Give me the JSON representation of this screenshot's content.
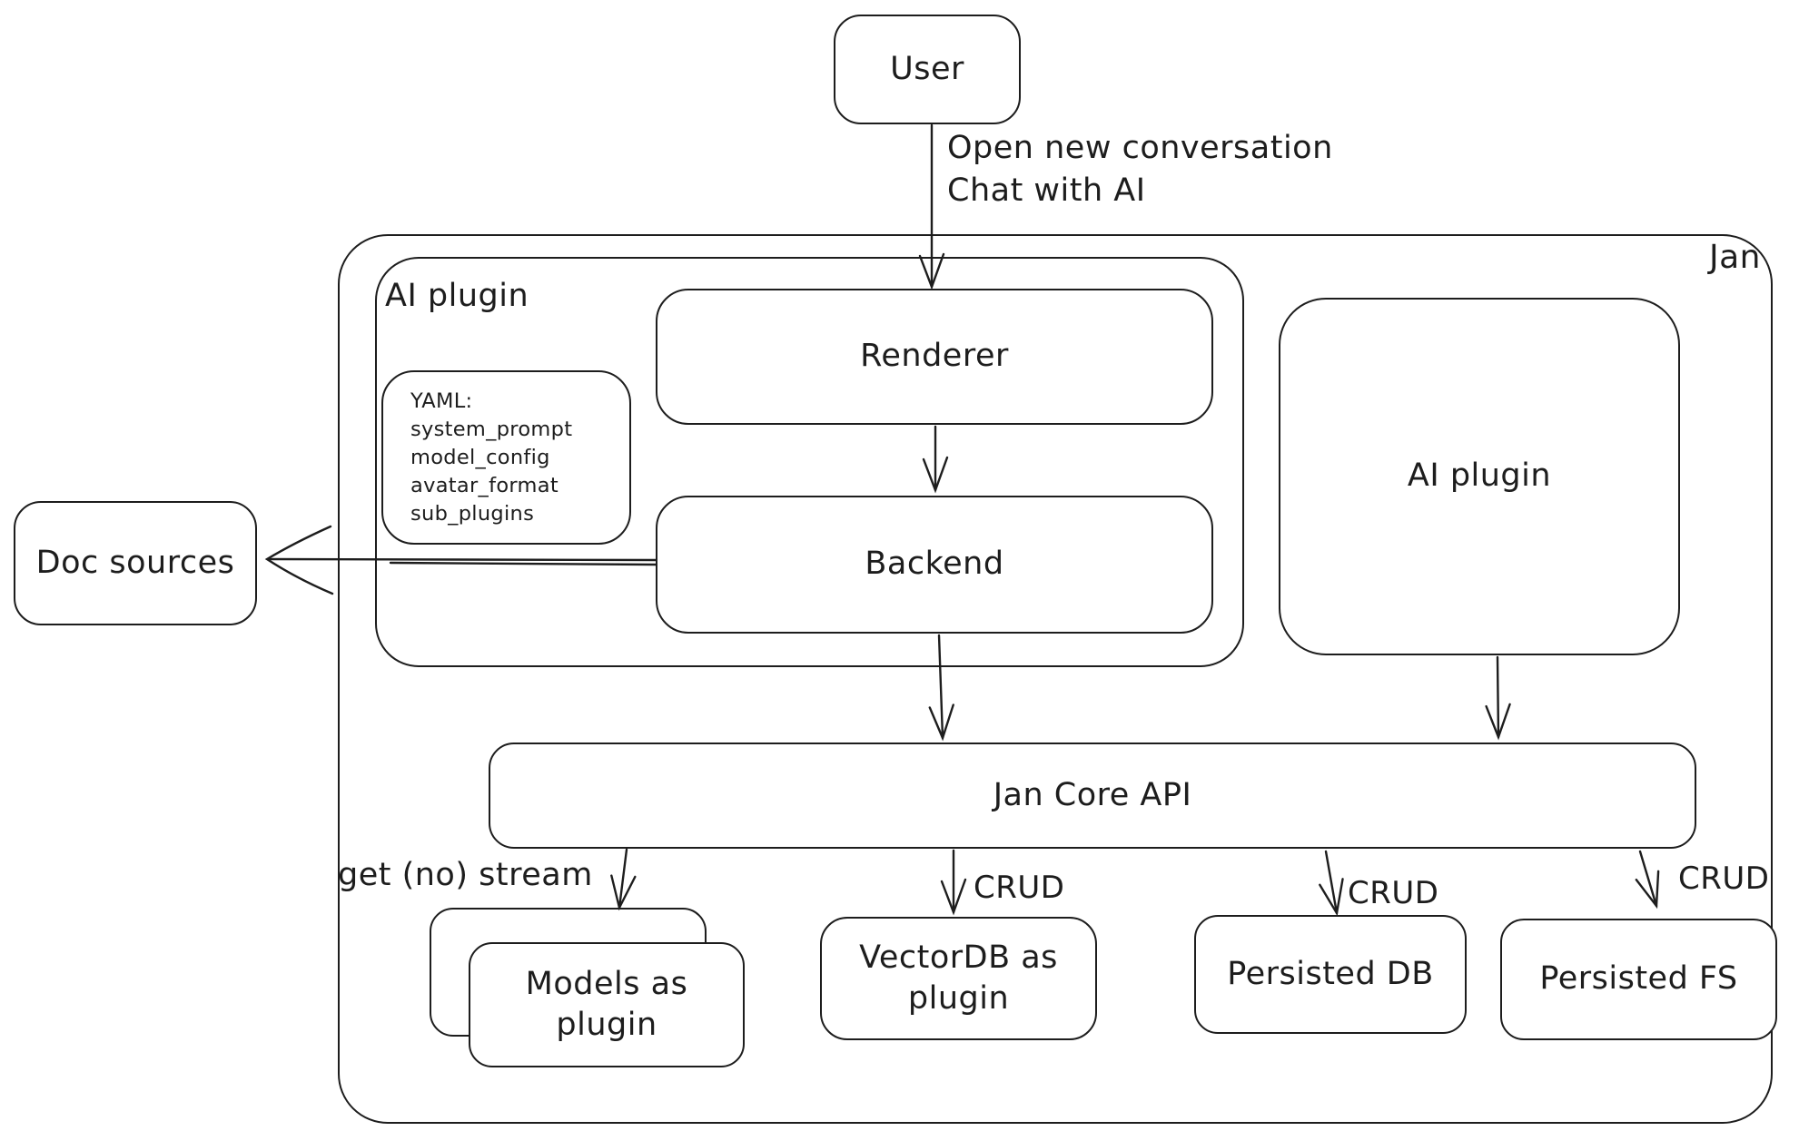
{
  "colors": {
    "ink": "#1d1d1d",
    "background": "#ffffff"
  },
  "diagram": {
    "outer_container_label": "Jan",
    "nodes": {
      "user": "User",
      "ai_plugin_container": "AI plugin",
      "renderer": "Renderer",
      "backend": "Backend",
      "ai_plugin_right": "AI plugin",
      "doc_sources": "Doc sources",
      "jan_core_api": "Jan Core API",
      "models_as_plugin": "Models as plugin",
      "vectordb_as_plugin": "VectorDB as plugin",
      "persisted_db": "Persisted DB",
      "persisted_fs": "Persisted FS"
    },
    "yaml_note": {
      "lines": [
        "YAML:",
        "system_prompt",
        "model_config",
        "avatar_format",
        "sub_plugins"
      ]
    },
    "edge_labels": {
      "user_to_renderer_line1": "Open new conversation",
      "user_to_renderer_line2": "Chat with AI",
      "api_to_models": "get (no) stream",
      "api_to_vectordb": "CRUD",
      "api_to_persisted_db": "CRUD",
      "api_to_persisted_fs": "CRUD"
    }
  }
}
